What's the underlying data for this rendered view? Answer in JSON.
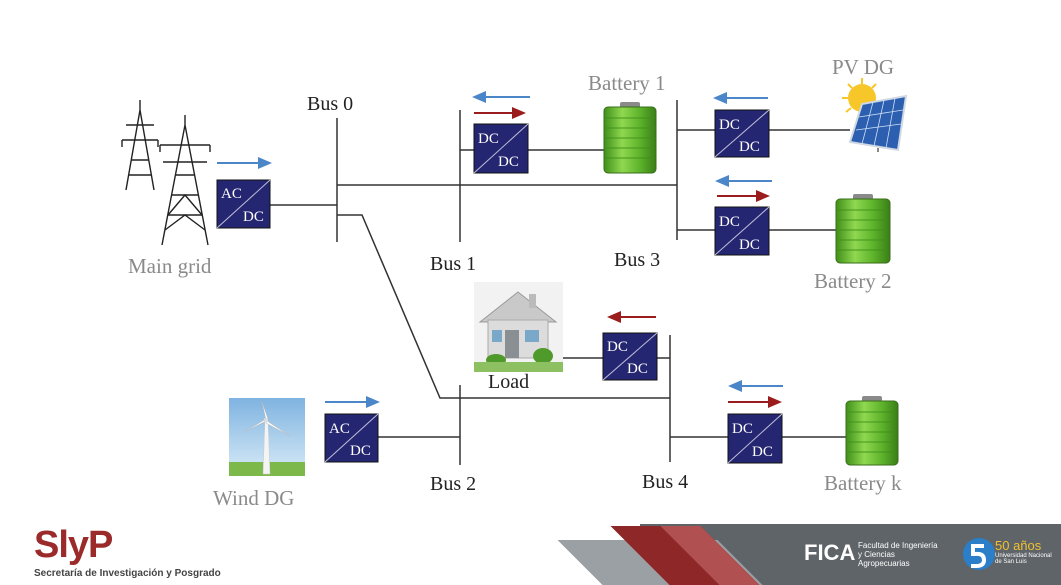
{
  "buses": {
    "bus0": "Bus 0",
    "bus1": "Bus 1",
    "bus2": "Bus 2",
    "bus3": "Bus 3",
    "bus4": "Bus 4"
  },
  "sources": {
    "main_grid": "Main grid",
    "wind_dg": "Wind DG",
    "pv_dg": "PV DG",
    "load": "Load"
  },
  "batteries": {
    "battery1": "Battery 1",
    "battery2": "Battery 2",
    "batteryk": "Battery k"
  },
  "converters": {
    "ac": "AC",
    "dc": "DC"
  },
  "colors": {
    "converter_fill": "#252672",
    "arrow_blue": "#4a86c8",
    "arrow_red": "#9b1c1c",
    "line": "#333333",
    "battery_green": "#6cc12e"
  },
  "footer": {
    "slyp_title": "SlyP",
    "slyp_subtitle": "Secretaría de Investigación y Posgrado",
    "fica_title": "FICA",
    "fica_subtitle": "Facultad de Ingeniería y Ciencias Agropecuarias",
    "anios_number": "50 años",
    "anios_subtitle": "Universidad Nacional de San Luis"
  }
}
